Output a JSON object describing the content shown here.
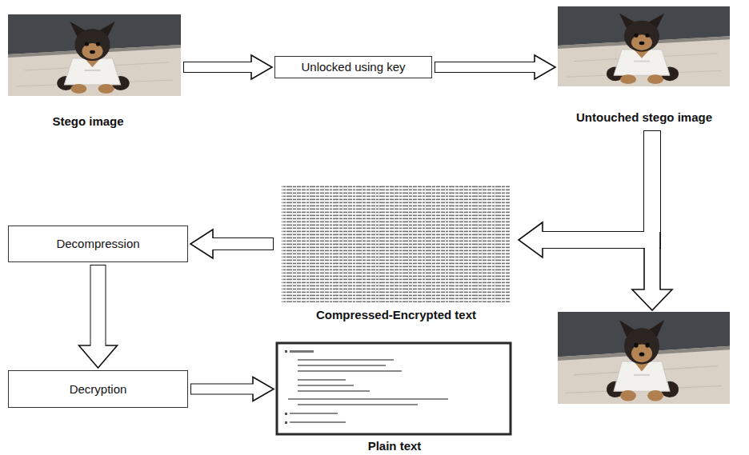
{
  "diagram": {
    "nodes": [
      {
        "text": [
          "Stego image"
        ]
      },
      {
        "text": [
          "Unlocked using key"
        ]
      },
      {
        "text": [
          "Untouched stego image"
        ]
      },
      {
        "text": [
          "Compressed-Encrypted text"
        ]
      },
      {
        "text": [
          "Decompression"
        ]
      },
      {
        "text": [
          "Decryption"
        ]
      },
      {
        "text": [
          "Plain text"
        ]
      }
    ],
    "edges": [
      {
        "from": 0,
        "to": 1,
        "arrow": "to"
      },
      {
        "from": 1,
        "to": 2,
        "arrow": "to"
      },
      {
        "from": 2,
        "to": 3,
        "arrow": "to"
      },
      {
        "from": 3,
        "to": 4,
        "arrow": "to"
      },
      {
        "from": 4,
        "to": 5,
        "arrow": "to"
      },
      {
        "from": 5,
        "to": 6,
        "arrow": "to"
      }
    ]
  }
}
